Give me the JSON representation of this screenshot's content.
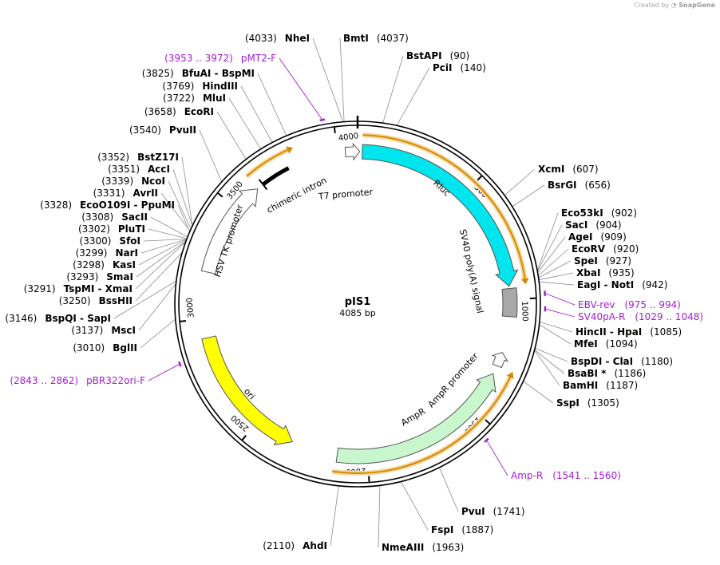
{
  "credit": {
    "created_by": "Created by",
    "brand": "SnapGene",
    "brand_icon": "snapgene-logo-icon"
  },
  "plasmid": {
    "name": "pIS1",
    "length_label": "4085 bp",
    "length": 4085
  },
  "colors": {
    "backbone": "#000000",
    "rluc": "#00e5ee",
    "ori": "#ffff00",
    "ampr": "#c9f7cd",
    "sv40": "#a8a8a8",
    "primer": "#a21cd6",
    "gold": "#d99a2b",
    "orange_arrow": "#e68900"
  },
  "ruler": {
    "ticks": [
      {
        "pos": 500,
        "label": "500"
      },
      {
        "pos": 1000,
        "label": "1000"
      },
      {
        "pos": 1500,
        "label": "1500"
      },
      {
        "pos": 2000,
        "label": "2000"
      },
      {
        "pos": 2500,
        "label": "2500"
      },
      {
        "pos": 3000,
        "label": "3000"
      },
      {
        "pos": 3500,
        "label": "3500"
      },
      {
        "pos": 4000,
        "label": "4000"
      }
    ]
  },
  "features": [
    {
      "name": "Rluc",
      "type": "cds",
      "color": "#00e5ee",
      "start": 20,
      "end": 945,
      "strand": 1,
      "label": "Rluc"
    },
    {
      "name": "SV40 poly(A) signal",
      "type": "terminator",
      "color": "#a8a8a8",
      "start": 955,
      "end": 1075,
      "strand": 0,
      "label": "SV40 poly(A) signal"
    },
    {
      "name": "AmpR promoter",
      "type": "promoter",
      "color": "#ffffff",
      "start": 1240,
      "end": 1290,
      "strand": -1,
      "label": "AmpR promoter"
    },
    {
      "name": "AmpR",
      "type": "cds",
      "color": "#c9f7cd",
      "start": 1330,
      "end": 2130,
      "strand": -1,
      "label": "AmpR"
    },
    {
      "name": "ori",
      "type": "rep_origin",
      "color": "#ffff00",
      "start": 2330,
      "end": 2920,
      "strand": -1,
      "label": "ori"
    },
    {
      "name": "HSV TK promoter",
      "type": "promoter",
      "color": "#ffffff",
      "start": 3200,
      "end": 3620,
      "strand": 1,
      "label": "HSV TK promoter"
    },
    {
      "name": "chimeric intron",
      "type": "intron",
      "color": "#000000",
      "start": 3650,
      "end": 3780,
      "strand": 0,
      "label": "chimeric intron"
    },
    {
      "name": "T7 promoter",
      "type": "promoter",
      "color": "#ffffff",
      "start": 4052,
      "end": 4068,
      "strand": 1,
      "label": "T7 promoter"
    }
  ],
  "orange_arrows": [
    {
      "name": "rluc-orf",
      "start": 20,
      "end": 945,
      "strand": 1
    },
    {
      "name": "ampr-orf",
      "start": 1290,
      "end": 2140,
      "strand": -1
    },
    {
      "name": "hsv-orf",
      "start": 3620,
      "end": 3830,
      "strand": 1
    }
  ],
  "sites": [
    {
      "name": "NheI",
      "pos_label": "(4033)",
      "pos": 4033,
      "align": "end"
    },
    {
      "name": "BmtI",
      "pos_label": "(4037)",
      "pos": 4037,
      "align": "start"
    },
    {
      "name": "BstAPI",
      "pos_label": "(90)",
      "pos": 90,
      "align": "start"
    },
    {
      "name": "PciI",
      "pos_label": "(140)",
      "pos": 140,
      "align": "start"
    },
    {
      "name": "XcmI",
      "pos_label": "(607)",
      "pos": 607,
      "align": "start"
    },
    {
      "name": "BsrGI",
      "pos_label": "(656)",
      "pos": 656,
      "align": "start"
    },
    {
      "name": "Eco53kI",
      "pos_label": "(902)",
      "pos": 902,
      "align": "start"
    },
    {
      "name": "SacI",
      "pos_label": "(904)",
      "pos": 904,
      "align": "start"
    },
    {
      "name": "AgeI",
      "pos_label": "(909)",
      "pos": 909,
      "align": "start"
    },
    {
      "name": "EcoRV",
      "pos_label": "(920)",
      "pos": 920,
      "align": "start"
    },
    {
      "name": "SpeI",
      "pos_label": "(927)",
      "pos": 927,
      "align": "start"
    },
    {
      "name": "XbaI",
      "pos_label": "(935)",
      "pos": 935,
      "align": "start"
    },
    {
      "name": "EagI - NotI",
      "pos_label": "(942)",
      "pos": 942,
      "align": "start"
    },
    {
      "name": "HincII - HpaI",
      "pos_label": "(1085)",
      "pos": 1085,
      "align": "start"
    },
    {
      "name": "MfeI",
      "pos_label": "(1094)",
      "pos": 1094,
      "align": "start"
    },
    {
      "name": "BspDI - ClaI",
      "pos_label": "(1180)",
      "pos": 1180,
      "align": "start"
    },
    {
      "name": "BsaBI *",
      "pos_label": "(1186)",
      "pos": 1186,
      "align": "start"
    },
    {
      "name": "BamHI",
      "pos_label": "(1187)",
      "pos": 1187,
      "align": "start"
    },
    {
      "name": "SspI",
      "pos_label": "(1305)",
      "pos": 1305,
      "align": "start"
    },
    {
      "name": "PvuI",
      "pos_label": "(1741)",
      "pos": 1741,
      "align": "start"
    },
    {
      "name": "FspI",
      "pos_label": "(1887)",
      "pos": 1887,
      "align": "start"
    },
    {
      "name": "NmeAIII",
      "pos_label": "(1963)",
      "pos": 1963,
      "align": "start"
    },
    {
      "name": "AhdI",
      "pos_label": "(2110)",
      "pos": 2110,
      "align": "end"
    },
    {
      "name": "BglII",
      "pos_label": "(3010)",
      "pos": 3010,
      "align": "end"
    },
    {
      "name": "MscI",
      "pos_label": "(3137)",
      "pos": 3137,
      "align": "end"
    },
    {
      "name": "BspQI - SapI",
      "pos_label": "(3146)",
      "pos": 3146,
      "align": "end"
    },
    {
      "name": "BssHII",
      "pos_label": "(3250)",
      "pos": 3250,
      "align": "end"
    },
    {
      "name": "TspMI - XmaI",
      "pos_label": "(3291)",
      "pos": 3291,
      "align": "end"
    },
    {
      "name": "SmaI",
      "pos_label": "(3293)",
      "pos": 3293,
      "align": "end"
    },
    {
      "name": "KasI",
      "pos_label": "(3298)",
      "pos": 3298,
      "align": "end"
    },
    {
      "name": "NarI",
      "pos_label": "(3299)",
      "pos": 3299,
      "align": "end"
    },
    {
      "name": "SfoI",
      "pos_label": "(3300)",
      "pos": 3300,
      "align": "end"
    },
    {
      "name": "PluTI",
      "pos_label": "(3302)",
      "pos": 3302,
      "align": "end"
    },
    {
      "name": "SacII",
      "pos_label": "(3308)",
      "pos": 3308,
      "align": "end"
    },
    {
      "name": "EcoO109I - PpuMI",
      "pos_label": "(3328)",
      "pos": 3328,
      "align": "end"
    },
    {
      "name": "AvrII",
      "pos_label": "(3331)",
      "pos": 3331,
      "align": "end"
    },
    {
      "name": "NcoI",
      "pos_label": "(3339)",
      "pos": 3339,
      "align": "end"
    },
    {
      "name": "AccI",
      "pos_label": "(3351)",
      "pos": 3351,
      "align": "end"
    },
    {
      "name": "BstZ17I",
      "pos_label": "(3352)",
      "pos": 3352,
      "align": "end"
    },
    {
      "name": "PvuII",
      "pos_label": "(3540)",
      "pos": 3540,
      "align": "end"
    },
    {
      "name": "EcoRI",
      "pos_label": "(3658)",
      "pos": 3658,
      "align": "end"
    },
    {
      "name": "MluI",
      "pos_label": "(3722)",
      "pos": 3722,
      "align": "end"
    },
    {
      "name": "HindIII",
      "pos_label": "(3769)",
      "pos": 3769,
      "align": "end"
    },
    {
      "name": "BfuAI - BspMI",
      "pos_label": "(3825)",
      "pos": 3825,
      "align": "end"
    }
  ],
  "primers": [
    {
      "name": "pMT2-F",
      "range_label": "(3953 .. 3972)",
      "pos": 3962,
      "align": "end"
    },
    {
      "name": "EBV-rev",
      "range_label": "(975 .. 994)",
      "pos": 984,
      "align": "start"
    },
    {
      "name": "SV40pA-R",
      "range_label": "(1029 .. 1048)",
      "pos": 1038,
      "align": "start"
    },
    {
      "name": "Amp-R",
      "range_label": "(1541 .. 1560)",
      "pos": 1550,
      "align": "start"
    },
    {
      "name": "pBR322ori-F",
      "range_label": "(2843 .. 2862)",
      "pos": 2852,
      "align": "end"
    }
  ]
}
